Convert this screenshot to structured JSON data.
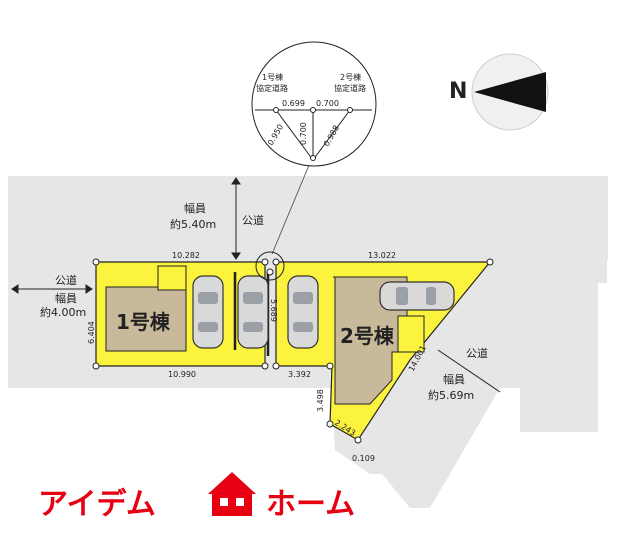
{
  "colors": {
    "road": "#e6e6e6",
    "lot": "#fbf33d",
    "building": "#c8b99a",
    "outline": "#222222",
    "brand": "#e60012"
  },
  "compass": {
    "label": "N"
  },
  "inset": {
    "lot1_label": "1号棟",
    "lot1_sublabel": "協定道路",
    "lot2_label": "2号棟",
    "lot2_sublabel": "協定道路",
    "dims": [
      "0.699",
      "0.700",
      "0.950",
      "0.700",
      "0.988"
    ]
  },
  "roads": {
    "top": {
      "name": "公道",
      "width_label": "幅員",
      "width_value": "約5.40m"
    },
    "left": {
      "name": "公道",
      "width_label": "幅員",
      "width_value": "約4.00m"
    },
    "right": {
      "name": "公道",
      "width_label": "幅員",
      "width_value": "約5.69m"
    }
  },
  "lots": {
    "lot1": {
      "label": "1号棟"
    },
    "lot2": {
      "label": "2号棟"
    }
  },
  "dimensions": {
    "top_left": "10.282",
    "top_right": "13.022",
    "left_side": "6.404",
    "bottom_left": "10.990",
    "bottom_mid": "3.392",
    "mid_vertical": "5.689",
    "diagonal": "14.001",
    "lower_vertical": "3.498",
    "lower_diagonal": "2.243",
    "corner": "0.109"
  },
  "brand": {
    "part1": "アイデム",
    "part2": "ホーム"
  }
}
